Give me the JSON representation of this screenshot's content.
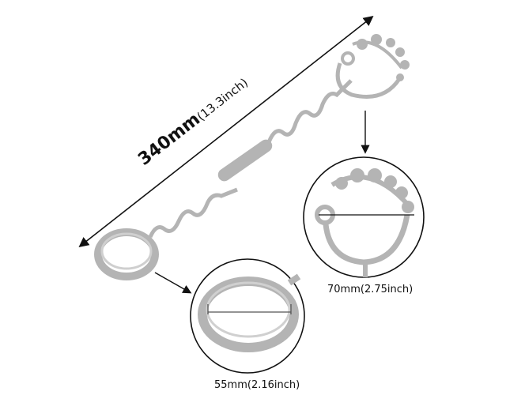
{
  "dimensions": {
    "length": {
      "main": "340mm",
      "paren": "(13.3inch)"
    },
    "loop": "70mm(2.75inch)",
    "ring": "55mm(2.16inch)"
  },
  "colors": {
    "silicone": "#b4b4b4",
    "line": "#111111"
  }
}
